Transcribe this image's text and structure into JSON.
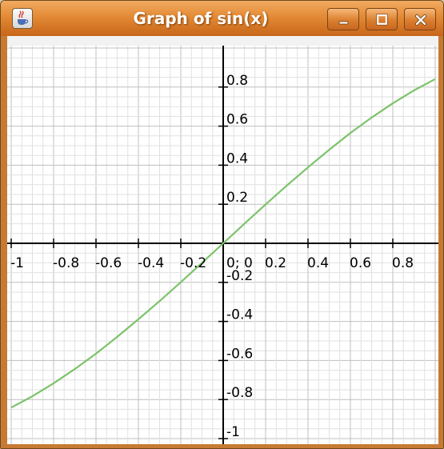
{
  "window": {
    "title": "Graph of sin(x)",
    "icons": {
      "app": "java-coffee-icon",
      "minimize": "minimize-icon",
      "maximize": "maximize-icon",
      "close": "close-icon"
    }
  },
  "colors": {
    "curve": "#7cc36a",
    "axis": "#000000",
    "grid_major": "#bfbfbf",
    "grid_minor": "#e1e1e1",
    "titlebar": "#e38a35"
  },
  "chart_data": {
    "type": "line",
    "function": "sin(x)",
    "xlim": [
      -1,
      1
    ],
    "ylim": [
      -1,
      1
    ],
    "grid": true,
    "x_ticks": [
      {
        "value": -1,
        "label": "-1"
      },
      {
        "value": -0.8,
        "label": "-0.8"
      },
      {
        "value": -0.6,
        "label": "-0.6"
      },
      {
        "value": -0.4,
        "label": "-0.4"
      },
      {
        "value": -0.2,
        "label": "-0.2"
      },
      {
        "value": 0.2,
        "label": "0.2"
      },
      {
        "value": 0.4,
        "label": "0.4"
      },
      {
        "value": 0.6,
        "label": "0.6"
      },
      {
        "value": 0.8,
        "label": "0.8"
      }
    ],
    "origin_label": "0; 0",
    "y_ticks": [
      {
        "value": 0.8,
        "label": "0.8"
      },
      {
        "value": 0.6,
        "label": "0.6"
      },
      {
        "value": 0.4,
        "label": "0.4"
      },
      {
        "value": 0.2,
        "label": "0.2"
      },
      {
        "value": -0.2,
        "label": "-0.2"
      },
      {
        "value": -0.4,
        "label": "-0.4"
      },
      {
        "value": -0.6,
        "label": "-0.6"
      },
      {
        "value": -0.8,
        "label": "-0.8"
      },
      {
        "value": -1,
        "label": "-1"
      }
    ],
    "series": [
      {
        "x": [
          -1,
          -0.9,
          -0.8,
          -0.7,
          -0.6,
          -0.5,
          -0.4,
          -0.3,
          -0.2,
          -0.1,
          0,
          0.1,
          0.2,
          0.3,
          0.4,
          0.5,
          0.6,
          0.7,
          0.8,
          0.9,
          1
        ],
        "y": [
          -0.841,
          -0.783,
          -0.717,
          -0.644,
          -0.565,
          -0.479,
          -0.389,
          -0.296,
          -0.199,
          -0.1,
          0,
          0.1,
          0.199,
          0.296,
          0.389,
          0.479,
          0.565,
          0.644,
          0.717,
          0.783,
          0.841
        ]
      }
    ]
  }
}
